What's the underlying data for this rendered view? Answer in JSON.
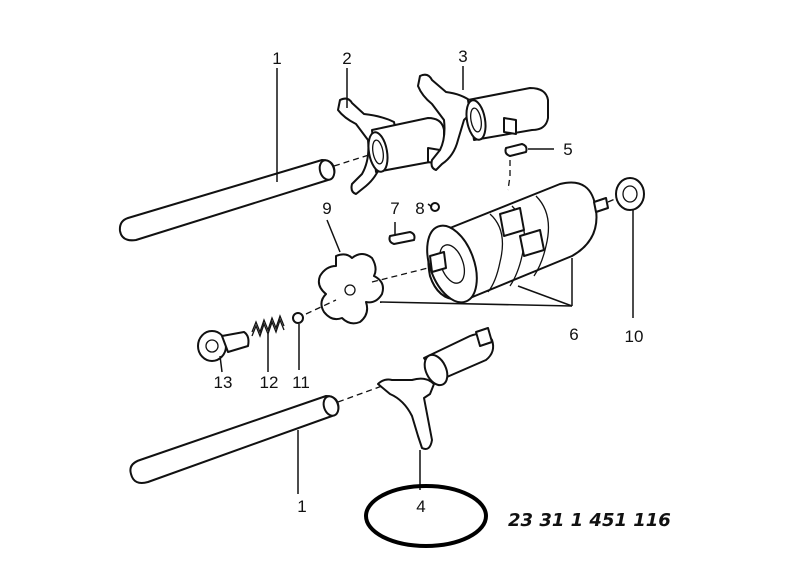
{
  "diagram": {
    "labels": {
      "l1_top": "1",
      "l2": "2",
      "l3": "3",
      "l4": "4",
      "l5": "5",
      "l6": "6",
      "l7": "7",
      "l8": "8",
      "l9": "9",
      "l10": "10",
      "l11": "11",
      "l12": "12",
      "l13": "13",
      "l1_bottom": "1"
    },
    "part_number": "23 31 1 451 116",
    "highlight_color": "#000000"
  }
}
